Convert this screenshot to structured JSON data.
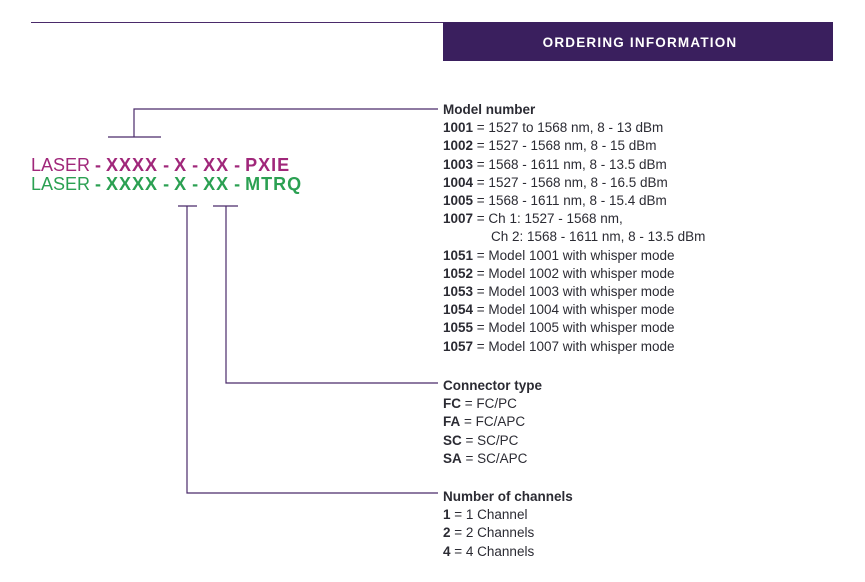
{
  "header": {
    "title": "ORDERING INFORMATION"
  },
  "part_codes": [
    {
      "prefix": "LASER",
      "segments": [
        "XXXX",
        "X",
        "XX",
        "PXIE"
      ],
      "color": "#a0277a"
    },
    {
      "prefix": "LASER",
      "segments": [
        "XXXX",
        "X",
        "XX",
        "MTRQ"
      ],
      "color": "#2ba052"
    }
  ],
  "separator": "-",
  "model_number": {
    "heading": "Model number",
    "items": [
      {
        "code": "1001",
        "desc": " = 1527 to 1568 nm, 8 - 13 dBm"
      },
      {
        "code": "1002",
        "desc": " = 1527 - 1568 nm, 8 - 15 dBm"
      },
      {
        "code": "1003",
        "desc": " = 1568 - 1611 nm, 8 - 13.5 dBm"
      },
      {
        "code": "1004",
        "desc": " = 1527 - 1568 nm, 8 - 16.5 dBm"
      },
      {
        "code": "1005",
        "desc": " = 1568 - 1611 nm, 8 - 15.4 dBm"
      },
      {
        "code": "1007",
        "desc": " = Ch 1: 1527 - 1568 nm,"
      },
      {
        "code": "",
        "desc": "Ch 2: 1568 - 1611 nm, 8 - 13.5 dBm"
      },
      {
        "code": "1051",
        "desc": " = Model 1001 with whisper mode"
      },
      {
        "code": "1052",
        "desc": " = Model 1002 with whisper mode"
      },
      {
        "code": "1053",
        "desc": " = Model 1003 with whisper mode"
      },
      {
        "code": "1054",
        "desc": " = Model 1004 with whisper mode"
      },
      {
        "code": "1055",
        "desc": " = Model 1005 with whisper mode"
      },
      {
        "code": "1057",
        "desc": " = Model 1007 with whisper mode"
      }
    ]
  },
  "connector_type": {
    "heading": "Connector type",
    "items": [
      {
        "code": "FC",
        "desc": " = FC/PC"
      },
      {
        "code": "FA",
        "desc": " = FC/APC"
      },
      {
        "code": "SC",
        "desc": " = SC/PC"
      },
      {
        "code": "SA",
        "desc": " = SC/APC"
      }
    ]
  },
  "number_of_channels": {
    "heading": "Number of channels",
    "items": [
      {
        "code": "1",
        "desc": " = 1 Channel"
      },
      {
        "code": "2",
        "desc": " = 2 Channels"
      },
      {
        "code": "4",
        "desc": " = 4 Channels"
      }
    ]
  },
  "colors": {
    "banner": "#3a1f5e",
    "pxie": "#a0277a",
    "mtrq": "#2ba052",
    "connector_lines": "#4a2a6a"
  }
}
